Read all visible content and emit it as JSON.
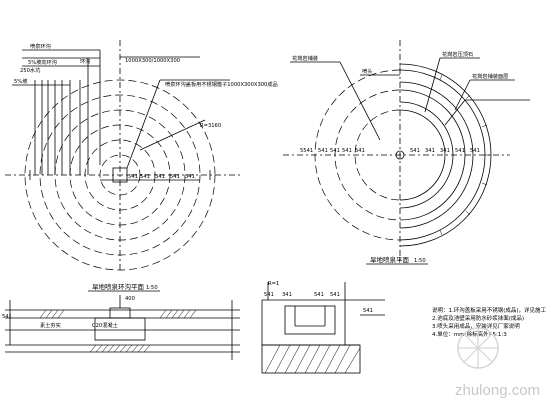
{
  "titles": {
    "left_plan": "旱地喷泉环沟平面",
    "right_plan": "旱地喷泉平面",
    "left_plan_scale": "1:50",
    "right_plan_scale": "1:50"
  },
  "left_plan": {
    "radius_label": "R=3160",
    "dims": [
      "541",
      "541",
      "341",
      "541",
      "341",
      "341",
      "541",
      "541",
      "541"
    ],
    "callouts": [
      "喷泉环沟",
      "5%坡向环沟",
      "250水坑",
      "5%坡",
      "环沟"
    ],
    "top_dim": "1000X300/1000X300",
    "leader_text": "喷泉环沟盖板用不锈钢篦子1000X300X300成品"
  },
  "right_plan": {
    "callouts": [
      "花岗岩铺装",
      "喷头",
      "花岗岩压顶石",
      "花岗岩铺装面层"
    ],
    "dims": [
      "5541",
      "541",
      "541",
      "541",
      "541",
      "541",
      "341",
      "341",
      "541",
      "541",
      "541"
    ]
  },
  "left_section": {
    "labels": [
      "541",
      "400",
      "C20混凝土",
      "素土夯实"
    ]
  },
  "middle_section": {
    "labels": [
      "541",
      "341",
      "541",
      "541",
      "541"
    ],
    "callout": "R=1"
  },
  "notes": {
    "lines": [
      "说明：1.环沟盖板采用不锈钢(成品)，详见施工",
      "2.池底及池壁采用防水砂浆抹面(成品)",
      "3.喷头采用成品，安装详见厂家说明",
      "4.单位：mm(除标高外) 5:1:3"
    ]
  },
  "watermark": "zhulong.com"
}
